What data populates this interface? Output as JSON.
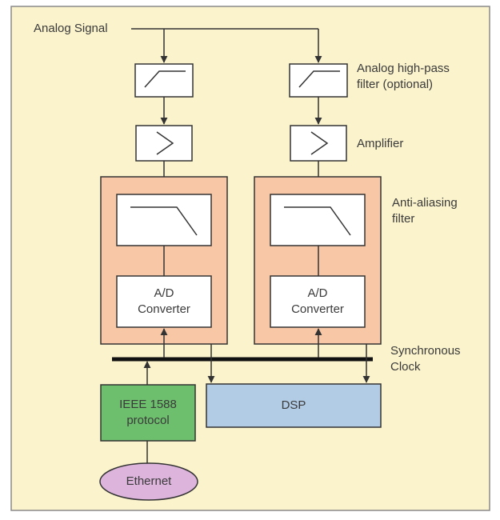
{
  "labels": {
    "analog_signal": "Analog Signal",
    "hpf_line1": "Analog high-pass",
    "hpf_line2": "filter (optional)",
    "amplifier": "Amplifier",
    "aaf_line1": "Anti-aliasing",
    "aaf_line2": "filter",
    "sync_line1": "Synchronous",
    "sync_line2": "Clock"
  },
  "blocks": {
    "adc_left_line1": "A/D",
    "adc_left_line2": "Converter",
    "adc_right_line1": "A/D",
    "adc_right_line2": "Converter",
    "ieee_line1": "IEEE 1588",
    "ieee_line2": "protocol",
    "dsp": "DSP",
    "ethernet": "Ethernet"
  },
  "colors": {
    "background": "#fbf3cc",
    "frame_border": "#8a8a8a",
    "adc_module": "#f8c8a6",
    "ieee_block": "#6dbf6d",
    "dsp_block": "#b2cce6",
    "ethernet_oval": "#dcb4dc",
    "lines": "#333333"
  }
}
